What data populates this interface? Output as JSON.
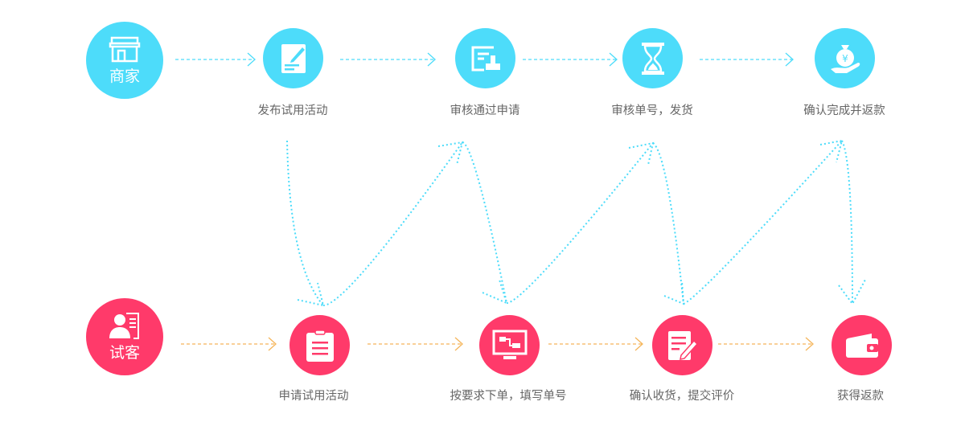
{
  "colors": {
    "merchant": "#4ddcfa",
    "tester": "#ff3a6a",
    "merchant_line": "#4ddcfa",
    "tester_line": "#f5b55a"
  },
  "merchant": {
    "role": "商家",
    "icon": "store-icon",
    "steps": [
      {
        "label": "发布试用活动",
        "icon": "document-edit-icon"
      },
      {
        "label": "审核通过申请",
        "icon": "approval-stamp-icon"
      },
      {
        "label": "审核单号，发货",
        "icon": "hourglass-icon"
      },
      {
        "label": "确认完成并返款",
        "icon": "money-bag-hand-icon"
      }
    ]
  },
  "tester": {
    "role": "试客",
    "icon": "user-card-icon",
    "steps": [
      {
        "label": "申请试用活动",
        "icon": "clipboard-icon"
      },
      {
        "label": "按要求下单，填写单号",
        "icon": "monitor-icon"
      },
      {
        "label": "确认收货，提交评价",
        "icon": "review-edit-icon"
      },
      {
        "label": "获得返款",
        "icon": "wallet-icon"
      }
    ]
  }
}
